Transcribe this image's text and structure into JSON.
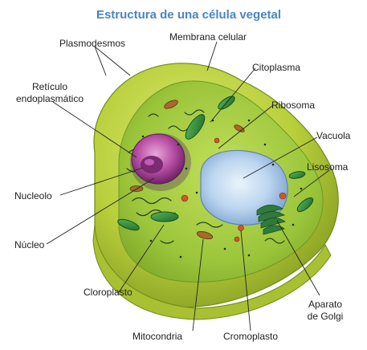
{
  "title": "Estructura de una célula vegetal",
  "labels": {
    "plasmodesmos": "Plasmodesmos",
    "membrana": "Membrana celular",
    "citoplasma": "Citoplasma",
    "reticulo_1": "Retículo",
    "reticulo_2": "endoplasmático",
    "ribosoma": "Ribosoma",
    "vacuola": "Vacuola",
    "lisosoma": "Lisosoma",
    "nucleolo": "Nucleolo",
    "nucleo": "Núcleo",
    "cloroplasto": "Cloroplasto",
    "mitocondria": "Mitocondria",
    "cromoplasto": "Cromoplasto",
    "golgi_1": "Aparato",
    "golgi_2": "de Golgi"
  },
  "colors": {
    "title": "#4a86c0",
    "wall": "#b9cf3c",
    "wall_dark": "#8aa124",
    "cytoplasm": "#9bc53a",
    "nucleus": "#b44aa0",
    "vacuole": "#a9c8ea",
    "chloroplast": "#2f8a3a",
    "chromoplast": "#d0562c",
    "mitochondria": "#a56a2c"
  }
}
